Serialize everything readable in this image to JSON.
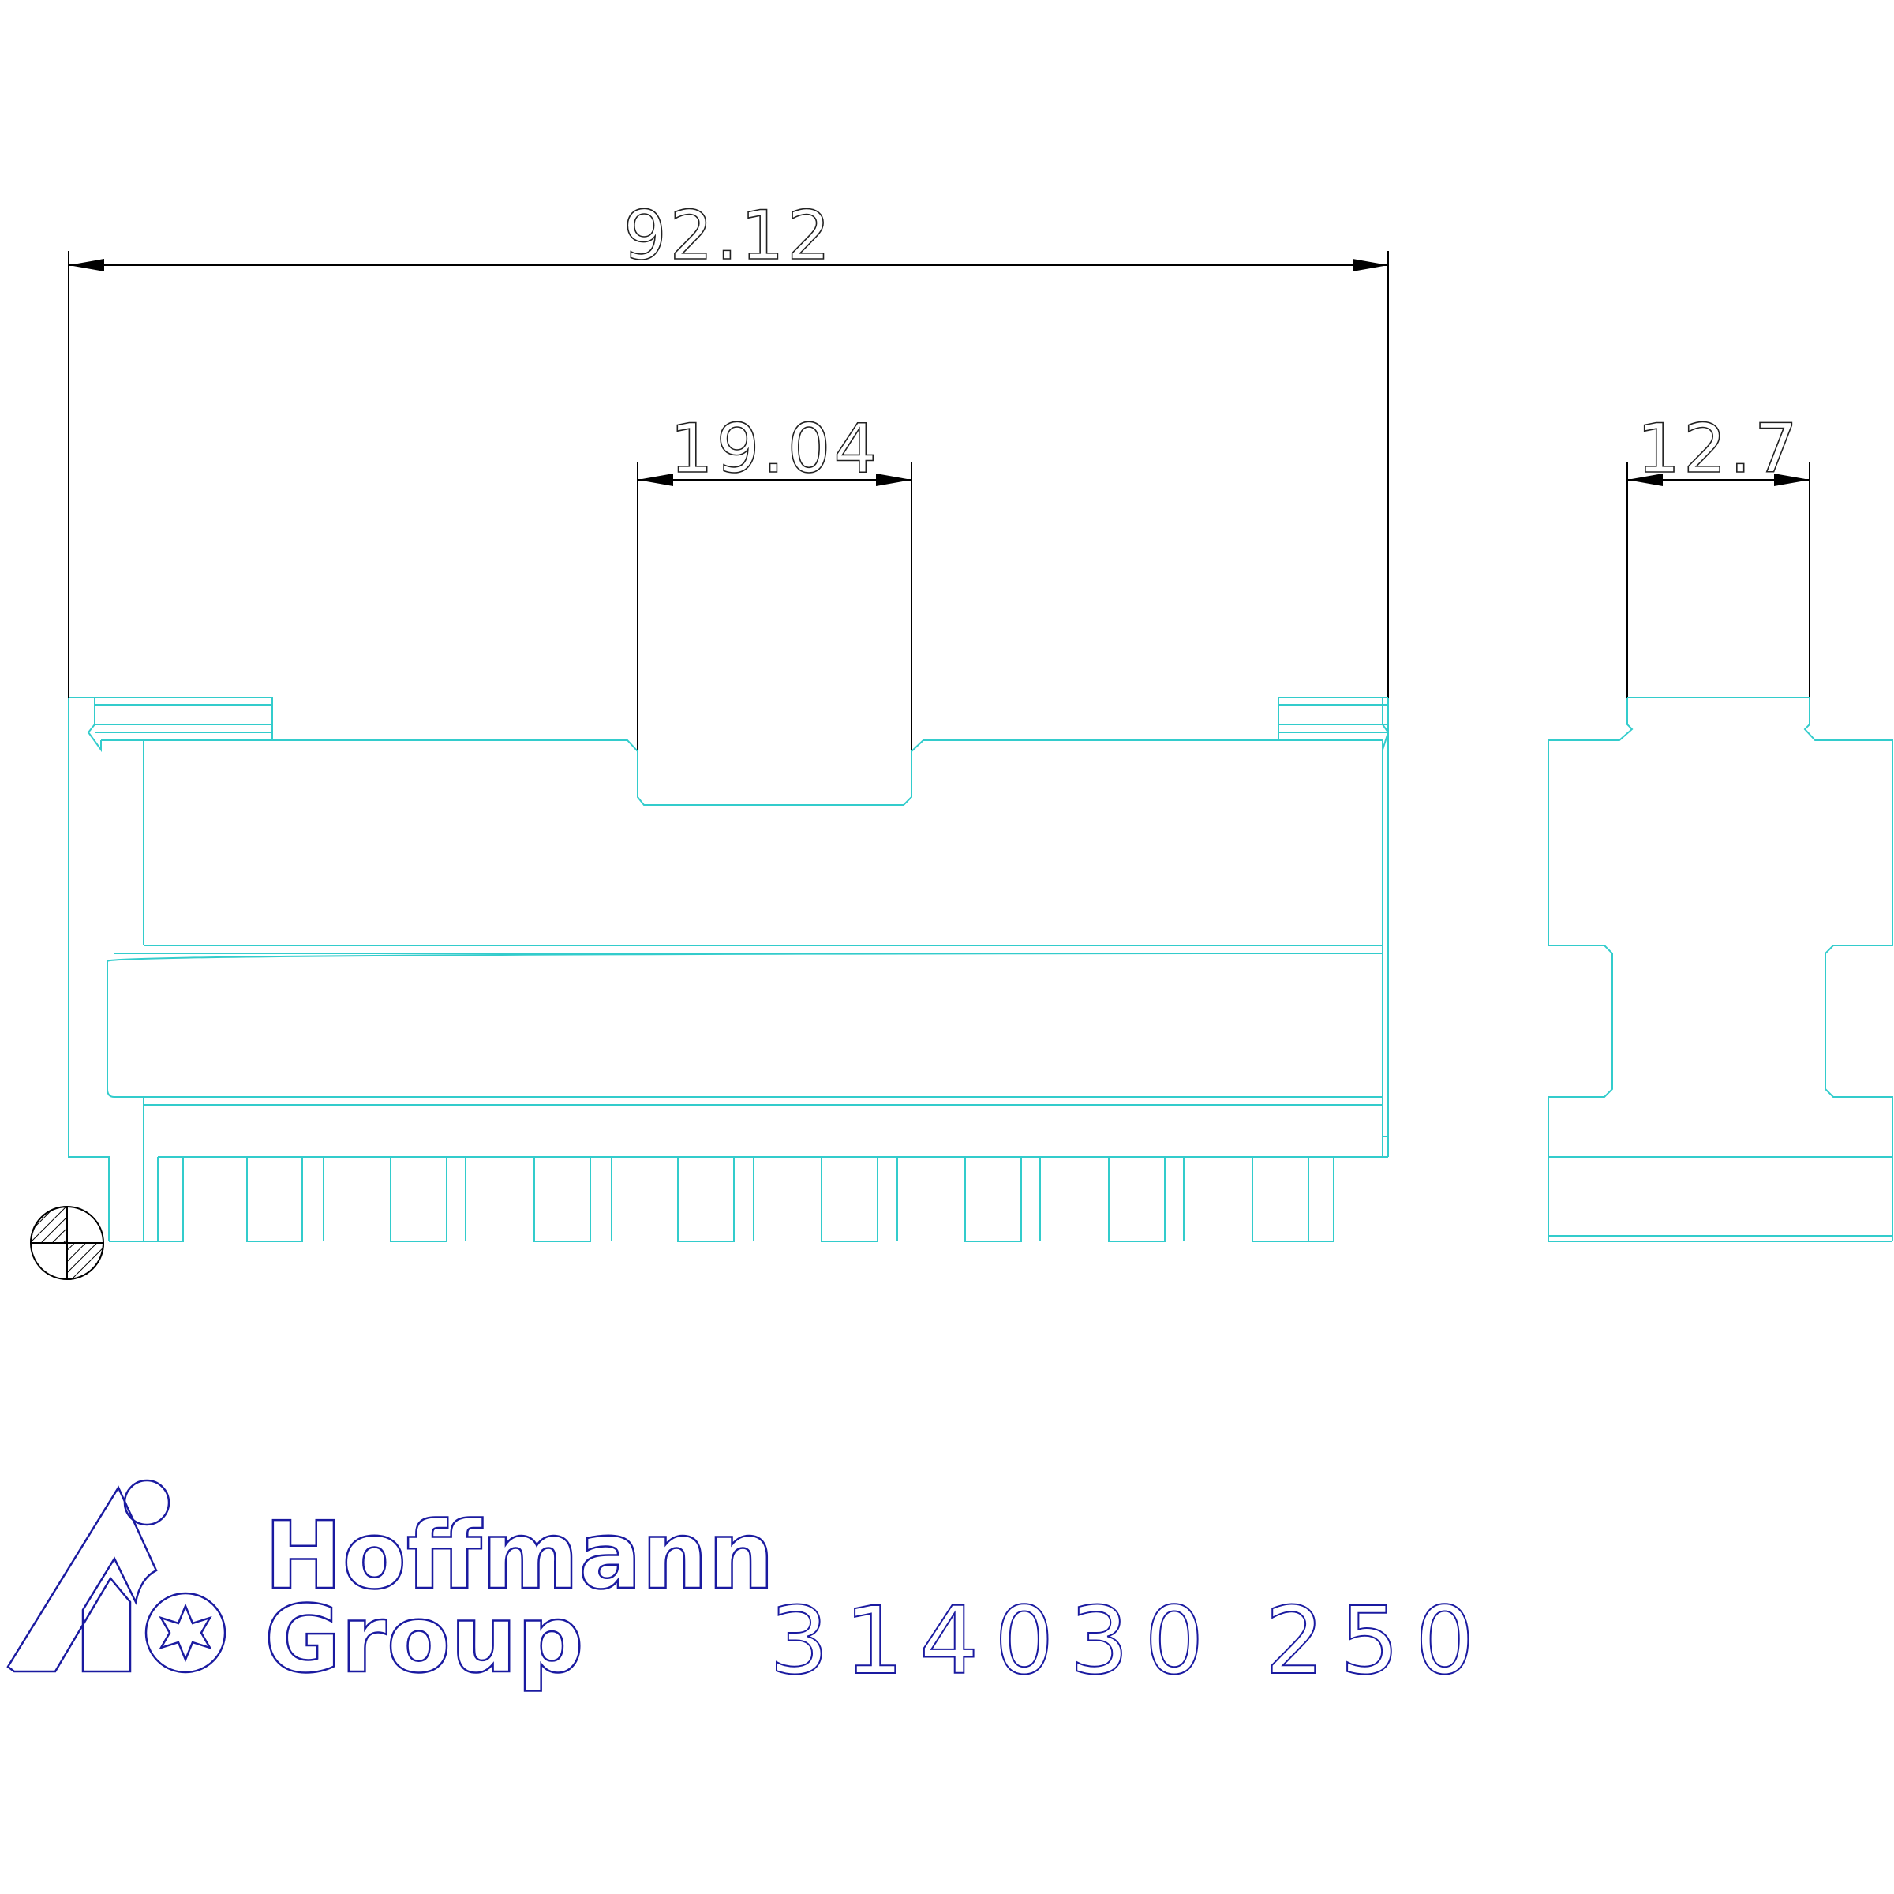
{
  "dimensions": {
    "overall_length": "92.12",
    "slot_width": "19.04",
    "jaw_width": "12.7"
  },
  "logo": {
    "line1": "Hoffmann",
    "line2": "Group"
  },
  "part_number": "314030 250",
  "colors": {
    "geometry": "#33cccc",
    "dimension": "#000000",
    "logo": "#1a1aa0"
  }
}
